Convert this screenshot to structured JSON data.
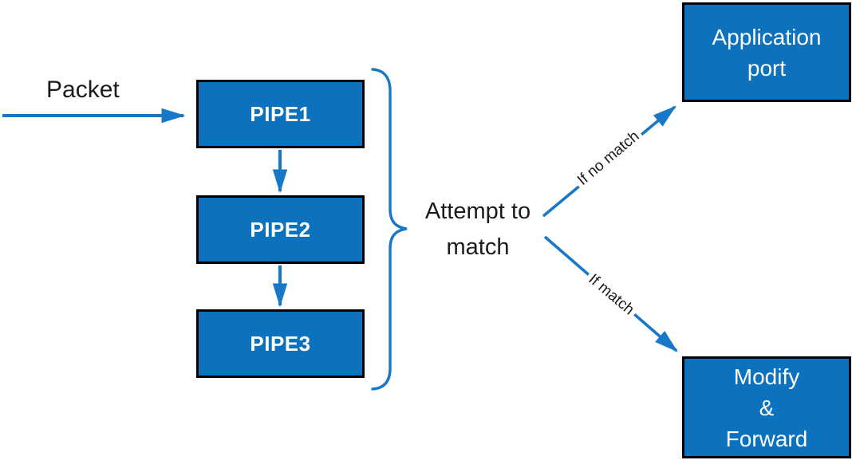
{
  "diagram": {
    "title_hint": "Packet pipe matching flow",
    "packet_label": "Packet",
    "attempt_label": "Attempt to match",
    "pipes": [
      {
        "label": "PIPE1"
      },
      {
        "label": "PIPE2"
      },
      {
        "label": "PIPE3"
      }
    ],
    "branches": {
      "no_match": {
        "label": "If no match"
      },
      "match": {
        "label": "If match"
      }
    },
    "nodes": {
      "application_port": {
        "label": "Application port",
        "lines": [
          "Application",
          "port"
        ]
      },
      "modify_forward": {
        "label": "Modify & Forward",
        "lines": [
          "Modify",
          "&",
          "Forward"
        ]
      }
    },
    "colors": {
      "box_fill": "#0d72bd",
      "box_border": "#000000",
      "connector_blue": "#1878c8",
      "text_dark": "#1b1b1b",
      "text_light": "#ffffff",
      "background": "#ffffff"
    }
  }
}
